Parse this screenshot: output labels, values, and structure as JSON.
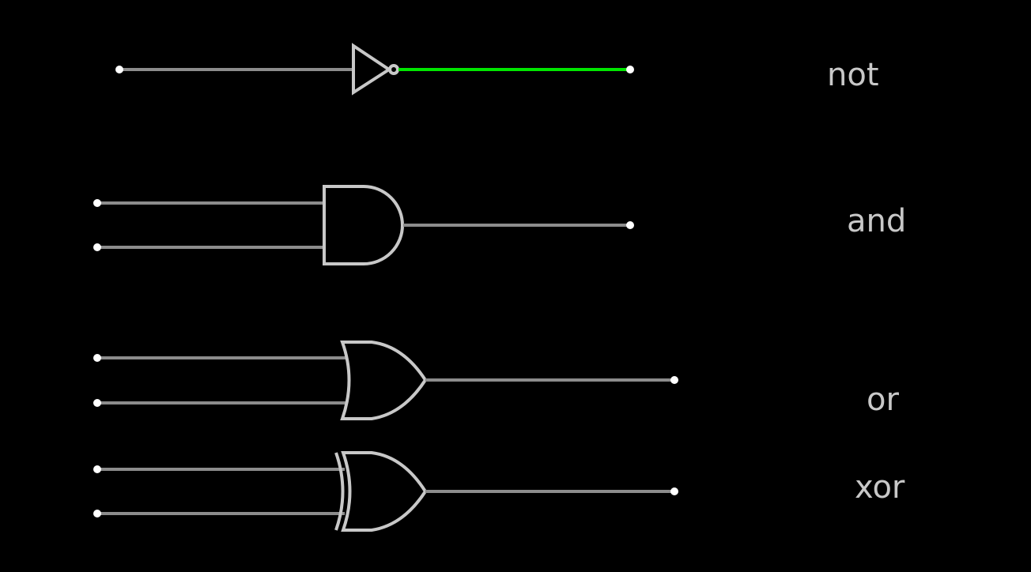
{
  "colors": {
    "background": "#000000",
    "wire_off": "#8c8c8c",
    "wire_on": "#00e600",
    "gate_outline": "#c8c8c8",
    "pin": "#ffffff",
    "label": "#c8c8c8"
  },
  "gates": [
    {
      "type": "not",
      "label": "not",
      "inputs": 1,
      "output_state": "on"
    },
    {
      "type": "and",
      "label": "and",
      "inputs": 2,
      "output_state": "off"
    },
    {
      "type": "or",
      "label": "or",
      "inputs": 2,
      "output_state": "off"
    },
    {
      "type": "xor",
      "label": "xor",
      "inputs": 2,
      "output_state": "off"
    }
  ]
}
